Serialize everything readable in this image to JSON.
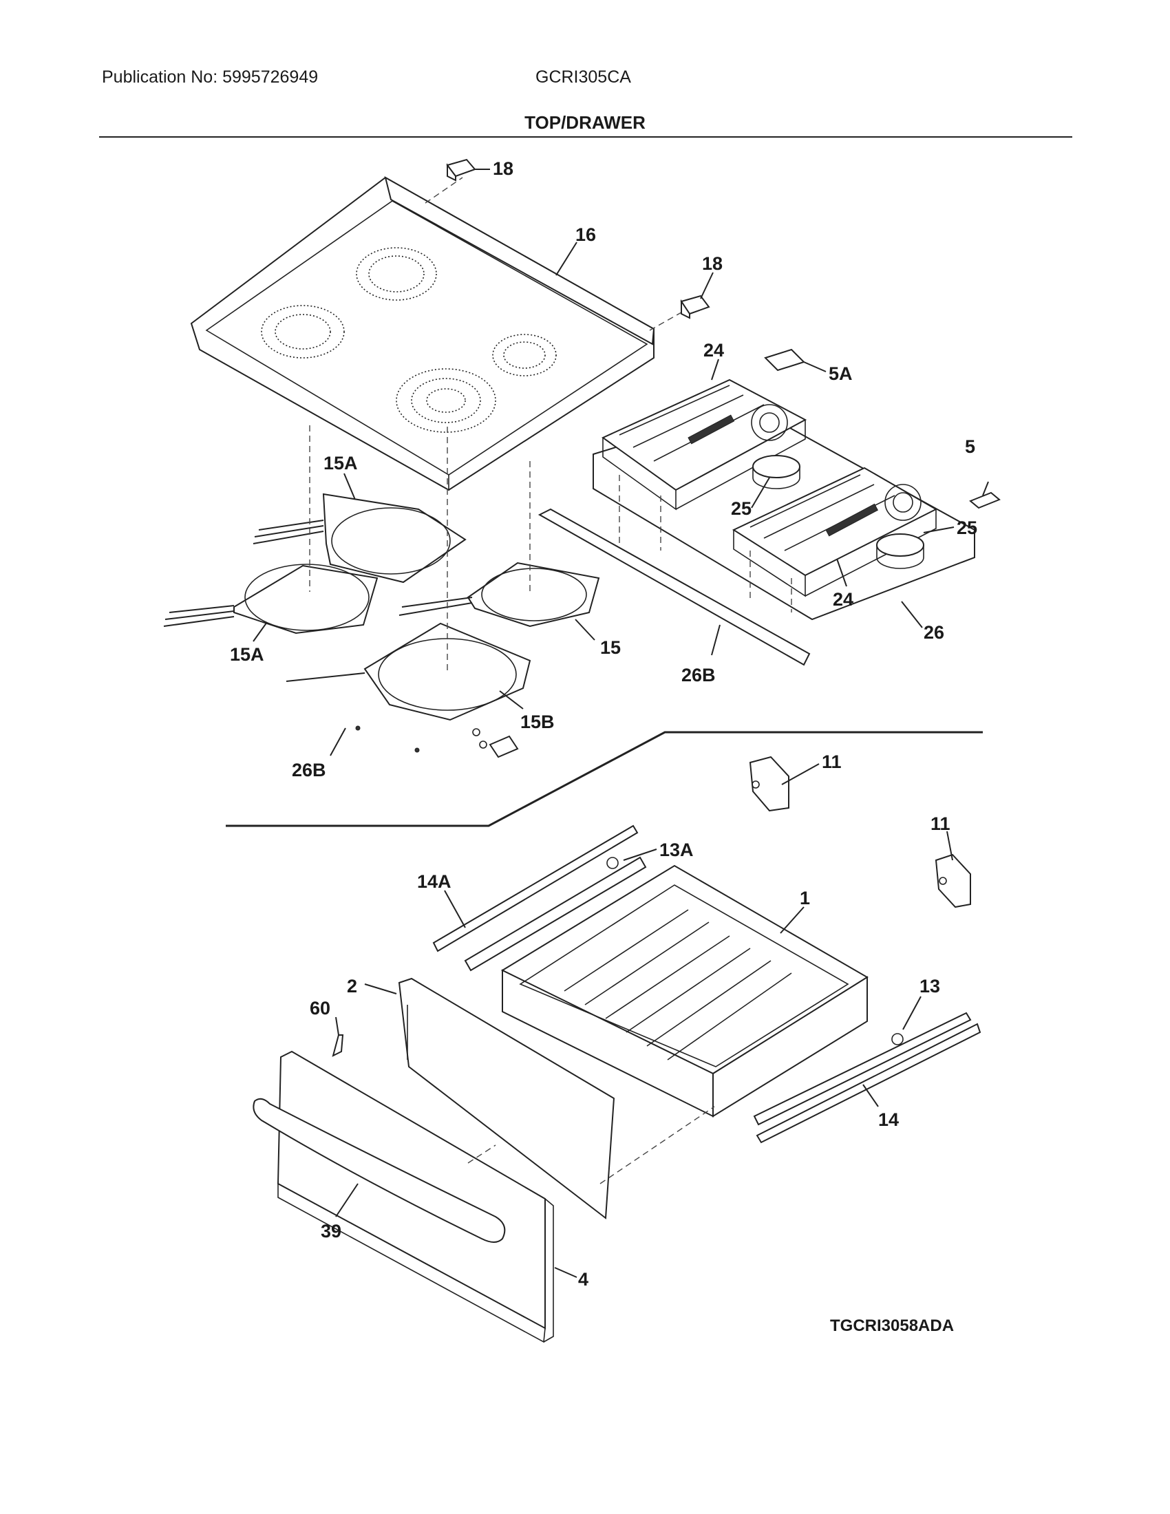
{
  "header": {
    "publication": "Publication No: 5995726949",
    "model": "GCRI305CA",
    "title": "TOP/DRAWER"
  },
  "diagram": {
    "code": "TGCRI3058ADA",
    "labels": {
      "l18a": "18",
      "l16": "16",
      "l18b": "18",
      "l24a": "24",
      "l5a": "5A",
      "l15a_top": "15A",
      "l5": "5",
      "l25a": "25",
      "l25b": "25",
      "l24b": "24",
      "l26": "26",
      "l15a_bot": "15A",
      "l15": "15",
      "l26b_right": "26B",
      "l15b": "15B",
      "l26b_left": "26B",
      "l11a": "11",
      "l11b": "11",
      "l13a": "13A",
      "l14a": "14A",
      "l1": "1",
      "l2": "2",
      "l13": "13",
      "l60": "60",
      "l14": "14",
      "l39": "39",
      "l4": "4"
    }
  }
}
